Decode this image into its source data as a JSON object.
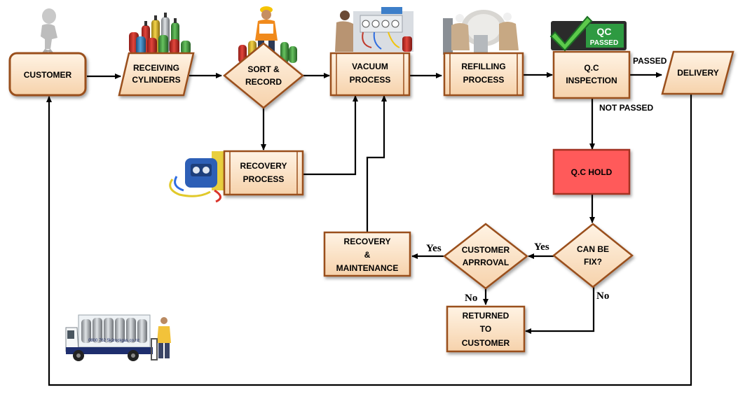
{
  "nodes": {
    "customer": "CUSTOMER",
    "receiving": [
      "RECEIVING",
      "CYLINDERS"
    ],
    "sort": [
      "SORT &",
      "RECORD"
    ],
    "vacuum": [
      "VACUUM",
      "PROCESS"
    ],
    "refilling": [
      "REFILLING",
      "PROCESS"
    ],
    "qc_inspection": [
      "Q.C",
      "INSPECTION"
    ],
    "delivery": "DELIVERY",
    "recovery_process": [
      "RECOVERY",
      "PROCESS"
    ],
    "qc_hold": "Q.C HOLD",
    "can_be_fix": [
      "CAN BE",
      "FIX?"
    ],
    "customer_approval": [
      "CUSTOMER",
      "APRROVAL"
    ],
    "recovery_maintenance": [
      "RECOVERY",
      "&",
      "MAINTENANCE"
    ],
    "returned": [
      "RETURNED",
      "TO",
      "CUSTOMER"
    ]
  },
  "edge_labels": {
    "passed": "PASSED",
    "not_passed": "NOT PASSED",
    "yes_fix": "Yes",
    "yes_approval": "Yes",
    "no_fix": "No",
    "no_approval": "No"
  },
  "qc_badge": {
    "top": "QC",
    "bottom": "PASSED"
  },
  "truck_text": {
    "phone": "0800 762 5k2",
    "web": "rockgas.co.nz"
  },
  "colors": {
    "node_fill": "#fbe3c8",
    "node_border": "#9a4f1d",
    "hold_fill": "#ff5c5c",
    "hold_border": "#a33222",
    "badge_green": "#3aa24a"
  },
  "icons": [
    "person-icon",
    "gas-cylinders-icon",
    "worker-icon",
    "vacuum-station-icon",
    "refill-workers-icon",
    "qc-check-icon",
    "recovery-machine-icon",
    "delivery-truck-icon"
  ]
}
